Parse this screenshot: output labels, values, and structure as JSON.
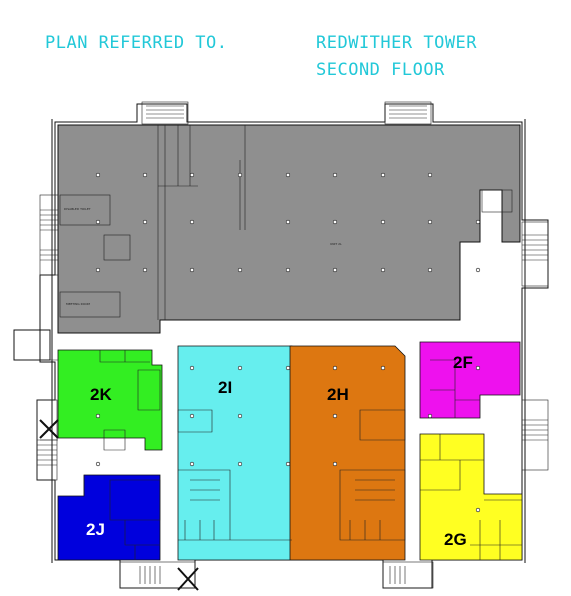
{
  "heading": {
    "plan_referred": "PLAN REFERRED TO.",
    "building": "REDWITHER TOWER",
    "floor": "SECOND FLOOR"
  },
  "colors": {
    "heading": "#22c8d8",
    "unit_2_l": "#8f8f8f",
    "2K": "#33ee22",
    "2I": "#66eeee",
    "2H": "#dd7711",
    "2F": "#ee11ee",
    "2G": "#ffff22",
    "2J": "#0000dd"
  },
  "units": [
    {
      "id": "2F",
      "label": "2F"
    },
    {
      "id": "2G",
      "label": "2G"
    },
    {
      "id": "2H",
      "label": "2H"
    },
    {
      "id": "2I",
      "label": "2I"
    },
    {
      "id": "2J",
      "label": "2J"
    },
    {
      "id": "2K",
      "label": "2K"
    }
  ]
}
